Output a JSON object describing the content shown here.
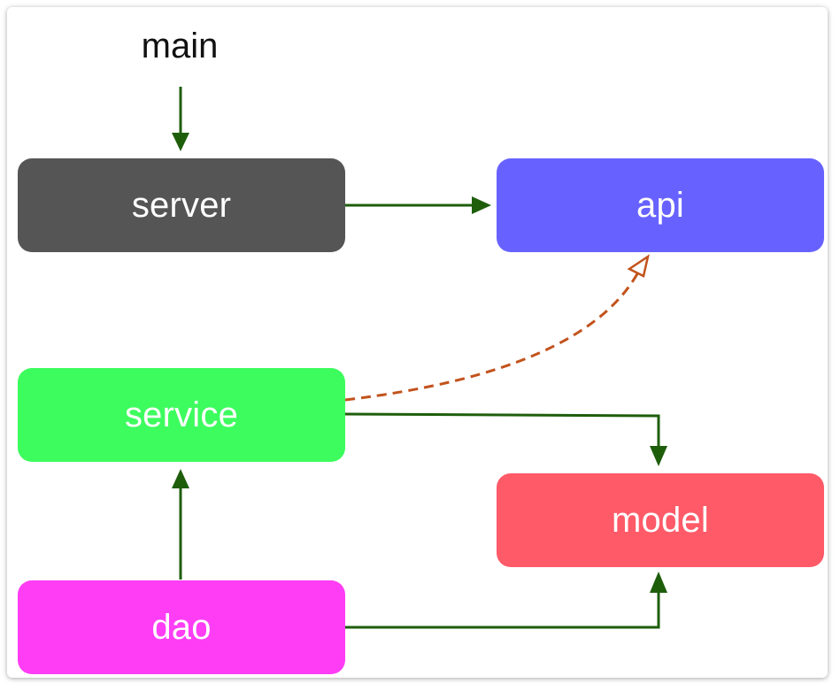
{
  "diagram": {
    "entry": "main",
    "nodes": [
      {
        "id": "server",
        "label": "server",
        "color": "#555555"
      },
      {
        "id": "api",
        "label": "api",
        "color": "#6762ff"
      },
      {
        "id": "service",
        "label": "service",
        "color": "#3dfc5e"
      },
      {
        "id": "model",
        "label": "model",
        "color": "#ff5a68"
      },
      {
        "id": "dao",
        "label": "dao",
        "color": "#ff3df5"
      }
    ],
    "edges": [
      {
        "from": "main",
        "to": "server",
        "style": "solid",
        "color": "#1e5e0b"
      },
      {
        "from": "server",
        "to": "api",
        "style": "solid",
        "color": "#1e5e0b"
      },
      {
        "from": "service",
        "to": "api",
        "style": "dashed",
        "color": "#c2531d"
      },
      {
        "from": "service",
        "to": "model",
        "style": "solid",
        "color": "#1e5e0b"
      },
      {
        "from": "dao",
        "to": "service",
        "style": "solid",
        "color": "#1e5e0b"
      },
      {
        "from": "dao",
        "to": "model",
        "style": "solid",
        "color": "#1e5e0b"
      }
    ]
  }
}
